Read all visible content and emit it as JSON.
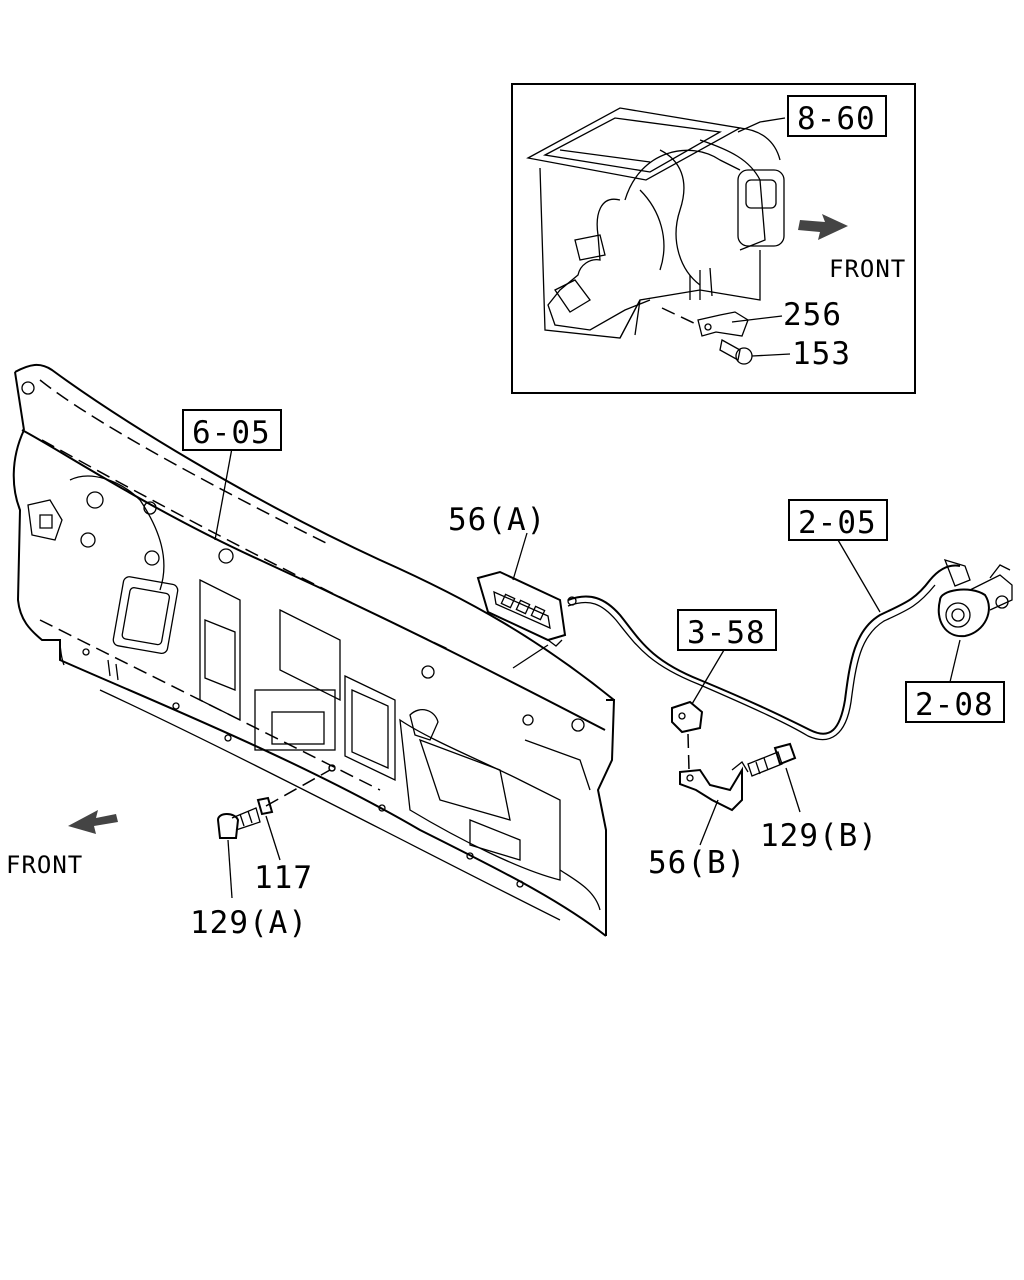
{
  "inset": {
    "ref_8_60": "8-60",
    "ref_256": "256",
    "ref_153": "153",
    "front": "FRONT"
  },
  "main": {
    "ref_6_05": "6-05",
    "ref_56a": "56(A)",
    "ref_2_05": "2-05",
    "ref_3_58": "3-58",
    "ref_2_08": "2-08",
    "ref_129b": "129(B)",
    "ref_56b": "56(B)",
    "ref_117": "117",
    "ref_129a": "129(A)",
    "front": "FRONT"
  }
}
